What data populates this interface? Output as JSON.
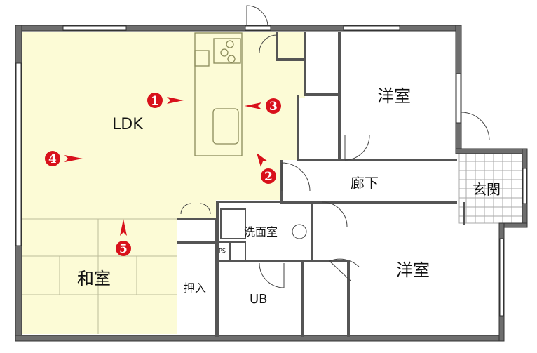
{
  "rooms": {
    "ldk": "LDK",
    "western_room_upper": "洋室",
    "corridor": "廊下",
    "entrance": "玄関",
    "washroom": "洗面室",
    "western_room_lower": "洋室",
    "japanese_room": "和室",
    "closet": "押入",
    "bath": "UB",
    "pipe_space": "PS"
  },
  "markers": [
    "1",
    "2",
    "3",
    "4",
    "5"
  ],
  "colors": {
    "ldk_floor": "#fcfbd6",
    "marker": "#d8111b",
    "wall": "#6e6e6e"
  }
}
